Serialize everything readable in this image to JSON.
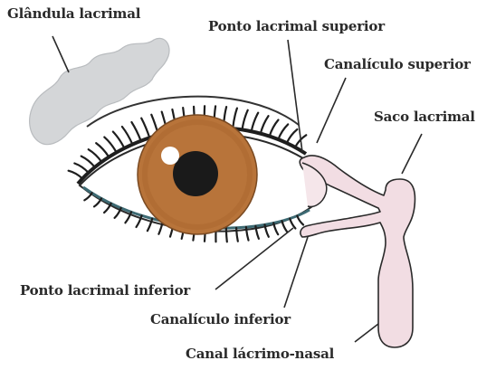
{
  "labels": {
    "glandula": "Glândula lacrimal",
    "ponto_superior": "Ponto lacrimal superior",
    "canaliculo_superior": "Canalículo superior",
    "saco": "Saco lacrimal",
    "ponto_inferior": "Ponto lacrimal inferior",
    "canaliculo_inferior": "Canalículo inferior",
    "canal_nasal": "Canal lácrimo-nasal"
  },
  "colors": {
    "iris": "#b8743a",
    "pupil": "#1a1a1a",
    "gland": "#d4d6d8",
    "duct": "#f2dde3",
    "outline": "#2a2a2a",
    "sclera": "#ffffff",
    "lid_line": "#3d6a73"
  }
}
